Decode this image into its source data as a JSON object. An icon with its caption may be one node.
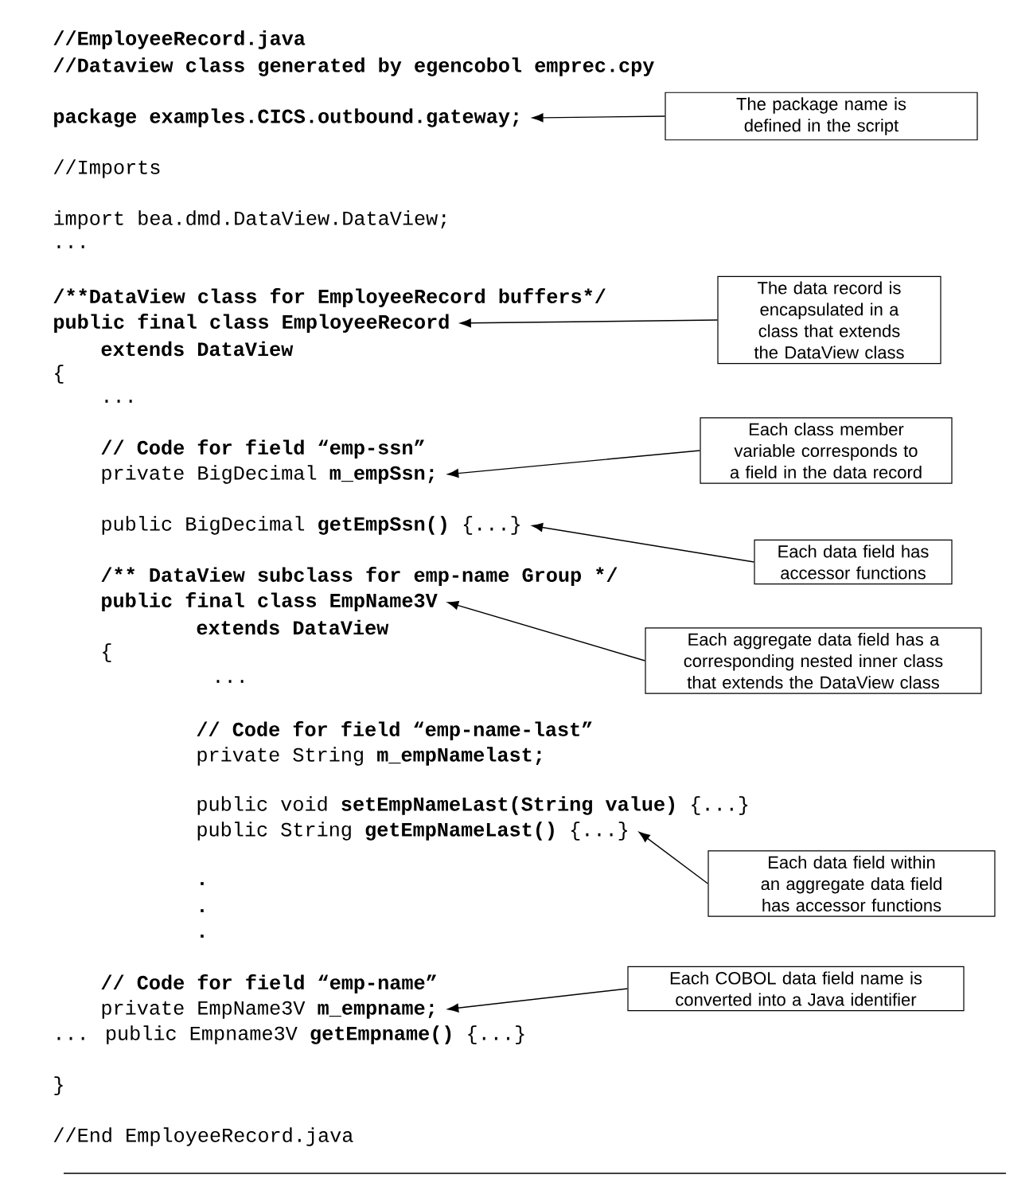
{
  "diagram": {
    "nodes": [
      {
        "text": [
          "package examples.CICS.outbound.gateway;"
        ]
      },
      {
        "text": [
          "The package name is defined in the script"
        ]
      },
      {
        "text": [
          "public final class EmployeeRecord"
        ]
      },
      {
        "text": [
          "The data record is encapsulated in a class that extends the DataView class"
        ]
      },
      {
        "text": [
          "private BigDecimal **m_empSsn;**"
        ]
      },
      {
        "text": [
          "Each class member variable corresponds to a field in the data record"
        ]
      },
      {
        "text": [
          "public BigDecimal **getEmpSsn()** {...}"
        ]
      },
      {
        "text": [
          "Each data field has accessor functions"
        ]
      },
      {
        "text": [
          "public final class EmpName3V"
        ]
      },
      {
        "text": [
          "Each aggregate data field has a corresponding nested inner class that extends the DataView class"
        ]
      },
      {
        "text": [
          "public String **getEmpNameLast()** {...}"
        ]
      },
      {
        "text": [
          "Each data field within an aggregate data field has accessor functions"
        ]
      },
      {
        "text": [
          "private EmpName3V **m_empname;**"
        ]
      },
      {
        "text": [
          "Each COBOL data field name is converted into a Java identifier"
        ]
      }
    ],
    "edges": [
      {
        "from": 1,
        "to": 0,
        "arrow": "to"
      },
      {
        "from": 3,
        "to": 2,
        "arrow": "to"
      },
      {
        "from": 5,
        "to": 4,
        "arrow": "to"
      },
      {
        "from": 7,
        "to": 6,
        "arrow": "to"
      },
      {
        "from": 9,
        "to": 8,
        "arrow": "to"
      },
      {
        "from": 11,
        "to": 10,
        "arrow": "to"
      },
      {
        "from": 13,
        "to": 12,
        "arrow": "to"
      }
    ],
    "labels": [
      "//EmployeeRecord.java",
      "//Dataview class generated by egencobol emprec.cpy",
      "//Imports",
      "import bea.dmd.DataView.DataView;",
      "...",
      "/**DataView class for EmployeeRecord buffers*/",
      "extends DataView",
      "{",
      "...",
      "// Code for field “emp-ssn”",
      "/** DataView subclass for emp-name Group */",
      "extends DataView",
      "{",
      "...",
      "// Code for field “emp-name-last”",
      "private String **m_empNamelast;**",
      "public void **setEmpNameLast(String value)** {...}",
      ".",
      ".",
      ".",
      "// Code for field “emp-name”",
      "... public Empname3V **getEmpname()** {...}",
      "}",
      "//End EmployeeRecord.java"
    ]
  }
}
